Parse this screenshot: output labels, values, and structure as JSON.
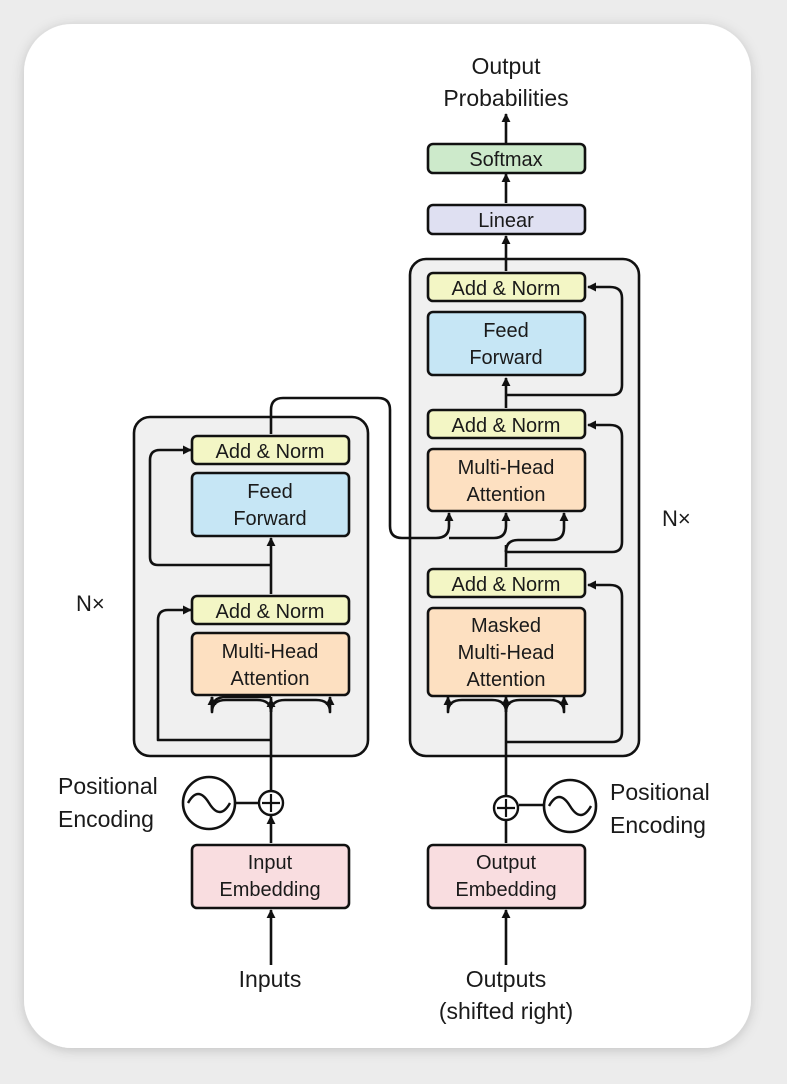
{
  "colors": {
    "add_norm": "#f3f6c5",
    "feed_forward": "#c6e6f5",
    "attention": "#fde0c1",
    "embedding": "#f9dde0",
    "linear": "#dfe0f2",
    "softmax": "#cdeacb",
    "stack_bg": "#f0f0f0",
    "card_bg": "#ffffff",
    "line": "#111111"
  },
  "output": {
    "line1": "Output",
    "line2": "Probabilities"
  },
  "softmax": "Softmax",
  "linear": "Linear",
  "encoder": {
    "repeat": "N×",
    "add_norm_top": "Add & Norm",
    "feed_forward": {
      "line1": "Feed",
      "line2": "Forward"
    },
    "add_norm_bottom": "Add & Norm",
    "attention": {
      "line1": "Multi-Head",
      "line2": "Attention"
    },
    "positional": {
      "line1": "Positional",
      "line2": "Encoding"
    },
    "embedding": {
      "line1": "Input",
      "line2": "Embedding"
    },
    "input": "Inputs"
  },
  "decoder": {
    "repeat": "N×",
    "add_norm_top": "Add & Norm",
    "feed_forward": {
      "line1": "Feed",
      "line2": "Forward"
    },
    "add_norm_mid": "Add & Norm",
    "attention": {
      "line1": "Multi-Head",
      "line2": "Attention"
    },
    "add_norm_bottom": "Add & Norm",
    "masked_attention": {
      "line1": "Masked",
      "line2": "Multi-Head",
      "line3": "Attention"
    },
    "positional": {
      "line1": "Positional",
      "line2": "Encoding"
    },
    "embedding": {
      "line1": "Output",
      "line2": "Embedding"
    },
    "input": {
      "line1": "Outputs",
      "line2": "(shifted right)"
    }
  }
}
